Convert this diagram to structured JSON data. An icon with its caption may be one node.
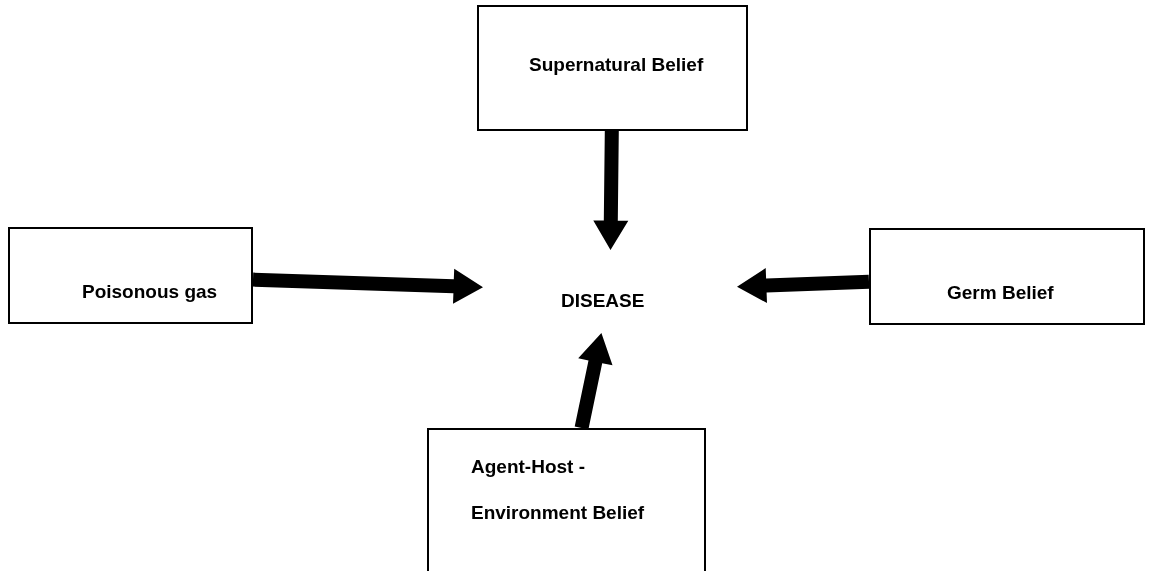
{
  "diagram": {
    "nodes": [
      {
        "text": [
          "Supernatural Belief"
        ]
      },
      {
        "text": [
          "Poisonous gas"
        ]
      },
      {
        "text": [
          "DISEASE"
        ]
      },
      {
        "text": [
          "Germ Belief"
        ]
      },
      {
        "text": [
          "Agent-Host -Environment Belief"
        ]
      }
    ],
    "edges": [
      {
        "from": 0,
        "to": 2,
        "arrow": "to",
        "style": "thick"
      },
      {
        "from": 1,
        "to": 2,
        "arrow": "to",
        "style": "thick"
      },
      {
        "from": 3,
        "to": 2,
        "arrow": "to",
        "style": "thick"
      },
      {
        "from": 4,
        "to": 2,
        "arrow": "to",
        "style": "thick"
      }
    ]
  }
}
